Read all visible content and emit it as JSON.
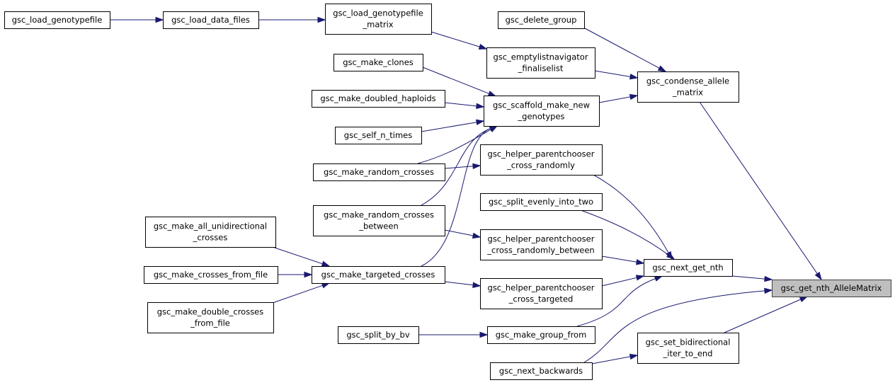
{
  "diagram": {
    "type": "call-graph",
    "target_node": "gsc_get_nth_AlleleMatrix",
    "edge_color": "#191970",
    "highlight_fill": "#bfbfbf",
    "nodes": [
      {
        "id": "n1",
        "lines": [
          "gsc_load_genotypefile"
        ]
      },
      {
        "id": "n2",
        "lines": [
          "gsc_load_data_files"
        ]
      },
      {
        "id": "n3",
        "lines": [
          "gsc_load_genotypefile",
          "_matrix"
        ]
      },
      {
        "id": "n4",
        "lines": [
          "gsc_delete_group"
        ]
      },
      {
        "id": "n5",
        "lines": [
          "gsc_emptylistnavigator",
          "_finaliselist"
        ]
      },
      {
        "id": "n6",
        "lines": [
          "gsc_condense_allele",
          "_matrix"
        ]
      },
      {
        "id": "n7",
        "lines": [
          "gsc_make_clones"
        ]
      },
      {
        "id": "n8",
        "lines": [
          "gsc_make_doubled_haploids"
        ]
      },
      {
        "id": "n9",
        "lines": [
          "gsc_self_n_times"
        ]
      },
      {
        "id": "n10",
        "lines": [
          "gsc_scaffold_make_new",
          "_genotypes"
        ]
      },
      {
        "id": "n11",
        "lines": [
          "gsc_make_random_crosses"
        ]
      },
      {
        "id": "n12",
        "lines": [
          "gsc_helper_parentchooser",
          "_cross_randomly"
        ]
      },
      {
        "id": "n13",
        "lines": [
          "gsc_split_evenly_into_two"
        ]
      },
      {
        "id": "n14",
        "lines": [
          "gsc_make_random_crosses",
          "_between"
        ]
      },
      {
        "id": "n15",
        "lines": [
          "gsc_helper_parentchooser",
          "_cross_randomly_between"
        ]
      },
      {
        "id": "n16",
        "lines": [
          "gsc_make_all_unidirectional",
          "_crosses"
        ]
      },
      {
        "id": "n17",
        "lines": [
          "gsc_make_crosses_from_file"
        ]
      },
      {
        "id": "n18",
        "lines": [
          "gsc_make_targeted_crosses"
        ]
      },
      {
        "id": "n19",
        "lines": [
          "gsc_helper_parentchooser",
          "_cross_targeted"
        ]
      },
      {
        "id": "n20",
        "lines": [
          "gsc_next_get_nth"
        ]
      },
      {
        "id": "n21",
        "lines": [
          "gsc_get_nth_AlleleMatrix"
        ]
      },
      {
        "id": "n22",
        "lines": [
          "gsc_make_double_crosses",
          "_from_file"
        ]
      },
      {
        "id": "n23",
        "lines": [
          "gsc_split_by_bv"
        ]
      },
      {
        "id": "n24",
        "lines": [
          "gsc_make_group_from"
        ]
      },
      {
        "id": "n25",
        "lines": [
          "gsc_set_bidirectional",
          "_iter_to_end"
        ]
      },
      {
        "id": "n26",
        "lines": [
          "gsc_next_backwards"
        ]
      }
    ],
    "edges": [
      {
        "from": "n1",
        "to": "n2"
      },
      {
        "from": "n2",
        "to": "n3"
      },
      {
        "from": "n3",
        "to": "n5"
      },
      {
        "from": "n4",
        "to": "n6"
      },
      {
        "from": "n5",
        "to": "n6"
      },
      {
        "from": "n10",
        "to": "n6"
      },
      {
        "from": "n7",
        "to": "n10"
      },
      {
        "from": "n8",
        "to": "n10"
      },
      {
        "from": "n9",
        "to": "n10"
      },
      {
        "from": "n11",
        "to": "n10"
      },
      {
        "from": "n14",
        "to": "n10"
      },
      {
        "from": "n18",
        "to": "n10"
      },
      {
        "from": "n11",
        "to": "n12"
      },
      {
        "from": "n14",
        "to": "n15"
      },
      {
        "from": "n16",
        "to": "n18"
      },
      {
        "from": "n17",
        "to": "n18"
      },
      {
        "from": "n22",
        "to": "n18"
      },
      {
        "from": "n18",
        "to": "n19"
      },
      {
        "from": "n12",
        "to": "n20"
      },
      {
        "from": "n13",
        "to": "n20"
      },
      {
        "from": "n15",
        "to": "n20"
      },
      {
        "from": "n19",
        "to": "n20"
      },
      {
        "from": "n24",
        "to": "n20"
      },
      {
        "from": "n23",
        "to": "n24"
      },
      {
        "from": "n26",
        "to": "n25"
      },
      {
        "from": "n6",
        "to": "n21"
      },
      {
        "from": "n20",
        "to": "n21"
      },
      {
        "from": "n25",
        "to": "n21"
      },
      {
        "from": "n26",
        "to": "n21"
      }
    ]
  }
}
